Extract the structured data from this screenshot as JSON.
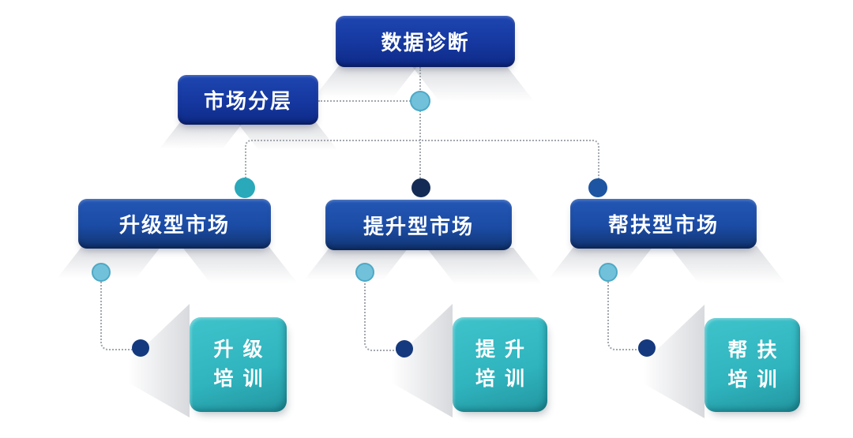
{
  "colors": {
    "deep-blue": "#15379f",
    "deep-blue-light": "#1e46b0",
    "market-blue": "#1b4ba4",
    "market-blue-light": "#2357b5",
    "teal": "#2fb3bd",
    "teal-light": "#3fc3cb",
    "dot-light-blue": "#72c1da",
    "dot-light-blue-border": "#4da9c6",
    "dot-teal": "#29a9ba",
    "dot-navy": "#142c55",
    "dot-royal": "#1d55a2",
    "dot-dark-blue": "#15397e",
    "connector": "#a3a8ae"
  },
  "nodes": {
    "root": {
      "label": "数据诊断"
    },
    "side": {
      "label": "市场分层"
    },
    "markets": [
      {
        "label": "升级型市场"
      },
      {
        "label": "提升型市场"
      },
      {
        "label": "帮扶型市场"
      }
    ],
    "trainings": [
      {
        "lines": [
          "升级",
          "培训"
        ]
      },
      {
        "lines": [
          "提升",
          "培训"
        ]
      },
      {
        "lines": [
          "帮扶",
          "培训"
        ]
      }
    ]
  }
}
